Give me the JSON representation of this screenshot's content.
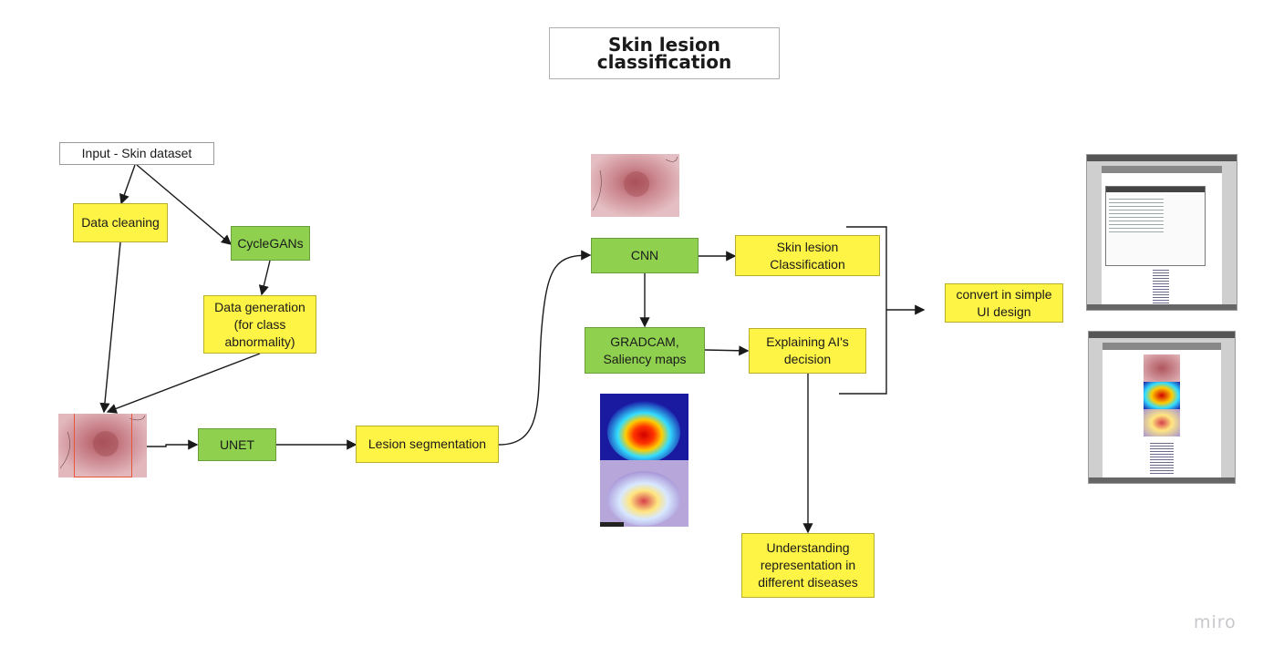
{
  "title": "Skin lesion classification",
  "nodes": {
    "input": "Input - Skin dataset",
    "cleaning": "Data cleaning",
    "cyclegan": "CycleGANs",
    "datagen": "Data generation\n(for class\nabnormality)",
    "unet": "UNET",
    "segmentation": "Lesion segmentation",
    "cnn": "CNN",
    "classification": "Skin lesion\nClassification",
    "gradcam": "GRADCAM,\nSaliency maps",
    "explaining": "Explaining AI's\ndecision",
    "understanding": "Understanding\nrepresentation in\ndifferent diseases",
    "ui": "convert in simple\nUI design"
  },
  "watermark": "miro",
  "colors": {
    "yellow": "#fef445",
    "green": "#8fd14f",
    "selection": "#e8563a"
  }
}
